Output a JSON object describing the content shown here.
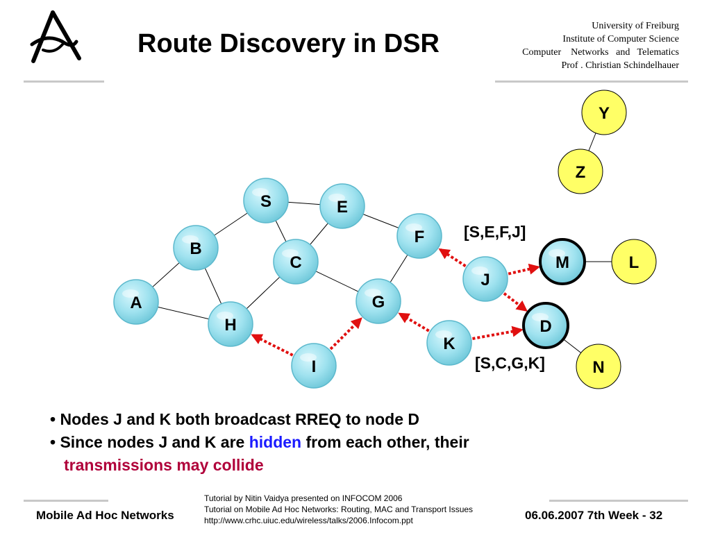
{
  "slide": {
    "title": "Route Discovery in DSR",
    "institution": {
      "line1": "University of Freiburg",
      "line2": "Institute of Computer Science",
      "line3": "Computer    Networks   and   Telematics",
      "line4": "Prof . Christian Schindelhauer"
    }
  },
  "network": {
    "nodes": [
      {
        "id": "S",
        "label": "S",
        "style": "bubble"
      },
      {
        "id": "E",
        "label": "E",
        "style": "bubble"
      },
      {
        "id": "F",
        "label": "F",
        "style": "bubble"
      },
      {
        "id": "B",
        "label": "B",
        "style": "bubble"
      },
      {
        "id": "C",
        "label": "C",
        "style": "bubble"
      },
      {
        "id": "A",
        "label": "A",
        "style": "bubble"
      },
      {
        "id": "G",
        "label": "G",
        "style": "bubble"
      },
      {
        "id": "H",
        "label": "H",
        "style": "bubble"
      },
      {
        "id": "I",
        "label": "I",
        "style": "bubble"
      },
      {
        "id": "J",
        "label": "J",
        "style": "bubble"
      },
      {
        "id": "K",
        "label": "K",
        "style": "bubble"
      },
      {
        "id": "M",
        "label": "M",
        "style": "bubble-bold"
      },
      {
        "id": "D",
        "label": "D",
        "style": "bubble-bold"
      },
      {
        "id": "Y",
        "label": "Y",
        "style": "yellow"
      },
      {
        "id": "Z",
        "label": "Z",
        "style": "yellow"
      },
      {
        "id": "L",
        "label": "L",
        "style": "yellow"
      },
      {
        "id": "N",
        "label": "N",
        "style": "yellow"
      }
    ],
    "links": [
      [
        "S",
        "E"
      ],
      [
        "S",
        "B"
      ],
      [
        "S",
        "C"
      ],
      [
        "E",
        "C"
      ],
      [
        "E",
        "F"
      ],
      [
        "B",
        "A"
      ],
      [
        "B",
        "H"
      ],
      [
        "A",
        "H"
      ],
      [
        "C",
        "H"
      ],
      [
        "C",
        "G"
      ],
      [
        "G",
        "F"
      ],
      [
        "Y",
        "Z"
      ],
      [
        "M",
        "L"
      ],
      [
        "D",
        "N"
      ]
    ],
    "broadcasts": [
      [
        "J",
        "F"
      ],
      [
        "J",
        "M"
      ],
      [
        "J",
        "D"
      ],
      [
        "I",
        "H"
      ],
      [
        "I",
        "G"
      ],
      [
        "K",
        "G"
      ],
      [
        "K",
        "D"
      ]
    ],
    "route_labels": {
      "j": "[S,E,F,J]",
      "k": "[S,C,G,K]"
    },
    "colors": {
      "bubble": "#8fdcec",
      "yellow": "#ffff66",
      "arrow": "#e01010"
    }
  },
  "bullets": {
    "b1": "Nodes J and K both broadcast RREQ to node D",
    "b2_pre": "Since nodes J and K are ",
    "b2_hidden": "hidden",
    "b2_post": " from each other, their",
    "b3": "transmissions may collide",
    "marker": "•"
  },
  "footer": {
    "left": "Mobile Ad Hoc Networks",
    "center_line1": "Tutorial by Nitin Vaidya presented on INFOCOM 2006",
    "center_line2": "Tutorial on Mobile Ad Hoc Networks: Routing, MAC and Transport Issues",
    "center_line3": "http://www.crhc.uiuc.edu/wireless/talks/2006.Infocom.ppt",
    "right": "06.06.2007 7th Week - 32"
  }
}
